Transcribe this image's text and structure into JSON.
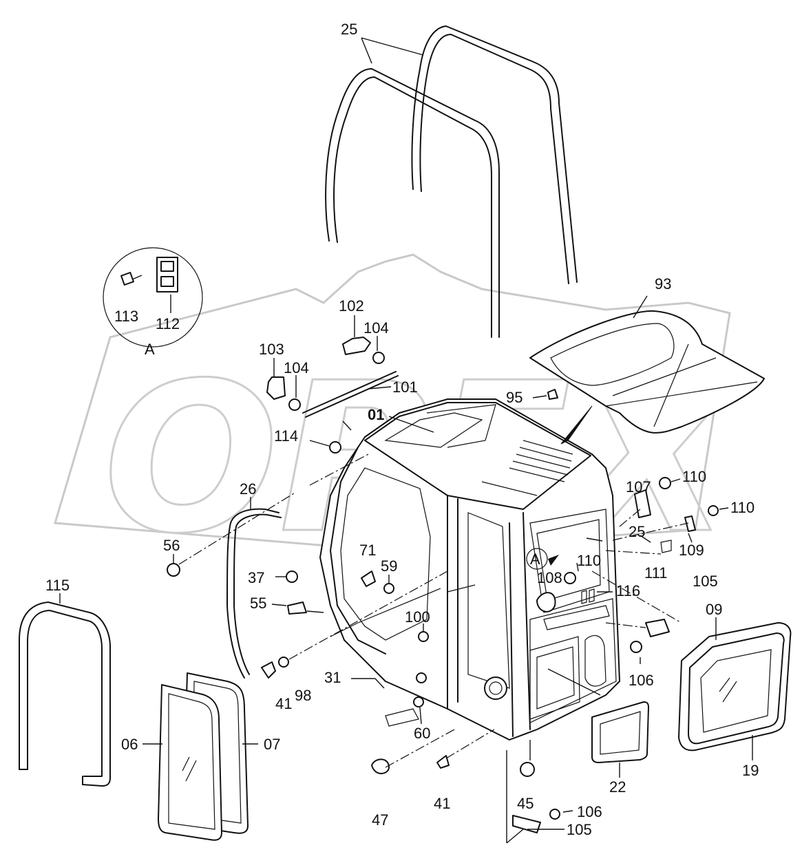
{
  "watermark": {
    "text": "OPEX"
  },
  "detail_view": {
    "letter": "A",
    "parts": [
      "113",
      "112"
    ]
  },
  "callouts": {
    "c25_top": "25",
    "c93": "93",
    "c102": "102",
    "c104_a": "104",
    "c103": "103",
    "c104_b": "104",
    "c101": "101",
    "c95": "95",
    "c01": "01",
    "c114": "114",
    "c26": "26",
    "c56": "56",
    "c107": "107",
    "c110_a": "110",
    "c110_b": "110",
    "c25_mid": "25",
    "c109": "109",
    "c71": "71",
    "c59": "59",
    "c37": "37",
    "cA": "A",
    "c110_c": "110",
    "c108": "108",
    "c111": "111",
    "c116": "116",
    "c105_a": "105",
    "c55": "55",
    "c100": "100",
    "c115": "115",
    "c09": "09",
    "c106_a": "106",
    "c31": "31",
    "c41_a": "41",
    "c98": "98",
    "c60": "60",
    "c06": "06",
    "c07": "07",
    "c19": "19",
    "c22": "22",
    "c47": "47",
    "c41_b": "41",
    "c45": "45",
    "c106_b": "106",
    "c105_b": "105"
  }
}
